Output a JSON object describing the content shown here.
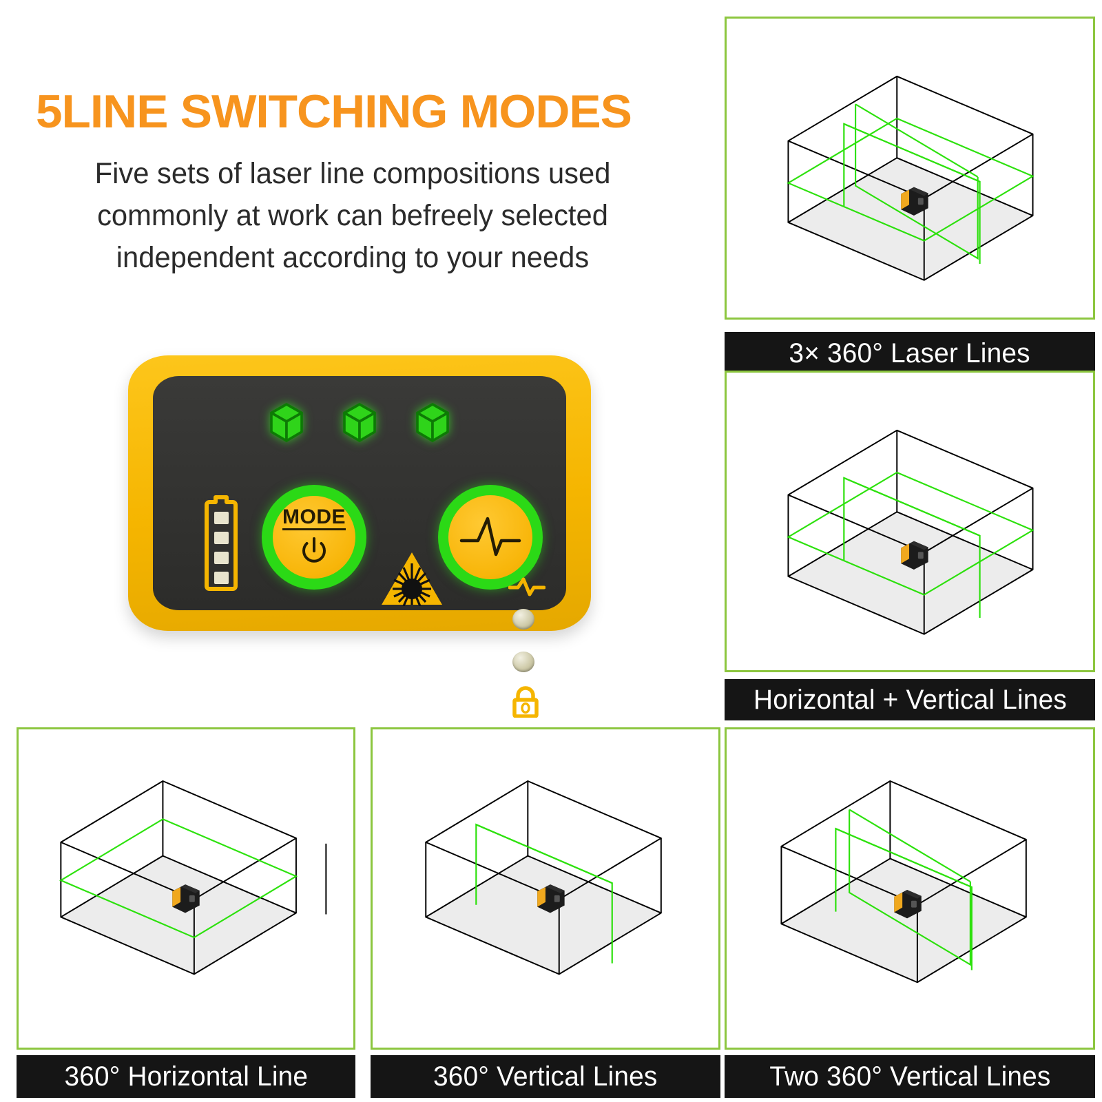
{
  "headline": {
    "title": "5LINE SWITCHING MODES",
    "title_color": "#f7941e",
    "body": "Five sets of laser line compositions used commonly at work can befreely selected independent according to your needs"
  },
  "control_panel": {
    "bezel_color": "#f5b500",
    "face_color": "#333331",
    "mode_button": {
      "label": "MODE",
      "icon": "power-icon",
      "ring_color": "#2bd916",
      "face_color": "#f8b60a"
    },
    "pulse_button": {
      "icon": "pulse-wave-icon",
      "ring_color": "#2bd916",
      "face_color": "#f8b60a"
    },
    "battery_indicator": {
      "icon": "battery-icon",
      "segments": 4,
      "color": "#f5b500"
    },
    "mode_leds": {
      "icon": "cube-icon",
      "count": 3,
      "color": "#2fd41a"
    },
    "laser_warning": {
      "icon": "laser-hazard-triangle-icon",
      "color": "#f5b500"
    },
    "indicators": [
      {
        "icon": "pulse-mode-icon",
        "color": "#f5b500"
      },
      {
        "icon": "led-indicator-icon",
        "color": "#d8d4b4"
      },
      {
        "icon": "led-indicator-icon",
        "color": "#d8d4b4"
      },
      {
        "icon": "lock-icon",
        "color": "#f5b500"
      }
    ]
  },
  "cards": [
    {
      "id": "card-tr",
      "caption": "3× 360° Laser Lines",
      "border_color": "#8cc63f",
      "caption_bg": "#151515",
      "laser_lines": [
        "horizontal-360",
        "vertical-front-360",
        "vertical-side-360"
      ]
    },
    {
      "id": "card-rr",
      "caption": "Horizontal + Vertical Lines",
      "border_color": "#8cc63f",
      "caption_bg": "#151515",
      "laser_lines": [
        "horizontal-360",
        "vertical-360"
      ]
    },
    {
      "id": "card-b1",
      "caption": "360° Horizontal Line",
      "border_color": "#8cc63f",
      "caption_bg": "#151515",
      "laser_lines": [
        "horizontal-360"
      ]
    },
    {
      "id": "card-b2",
      "caption": "360° Vertical Lines",
      "border_color": "#8cc63f",
      "caption_bg": "#151515",
      "laser_lines": [
        "vertical-360"
      ]
    },
    {
      "id": "card-b3",
      "caption": "Two 360° Vertical Lines",
      "border_color": "#8cc63f",
      "caption_bg": "#151515",
      "laser_lines": [
        "vertical-front-360",
        "vertical-side-360"
      ]
    }
  ]
}
